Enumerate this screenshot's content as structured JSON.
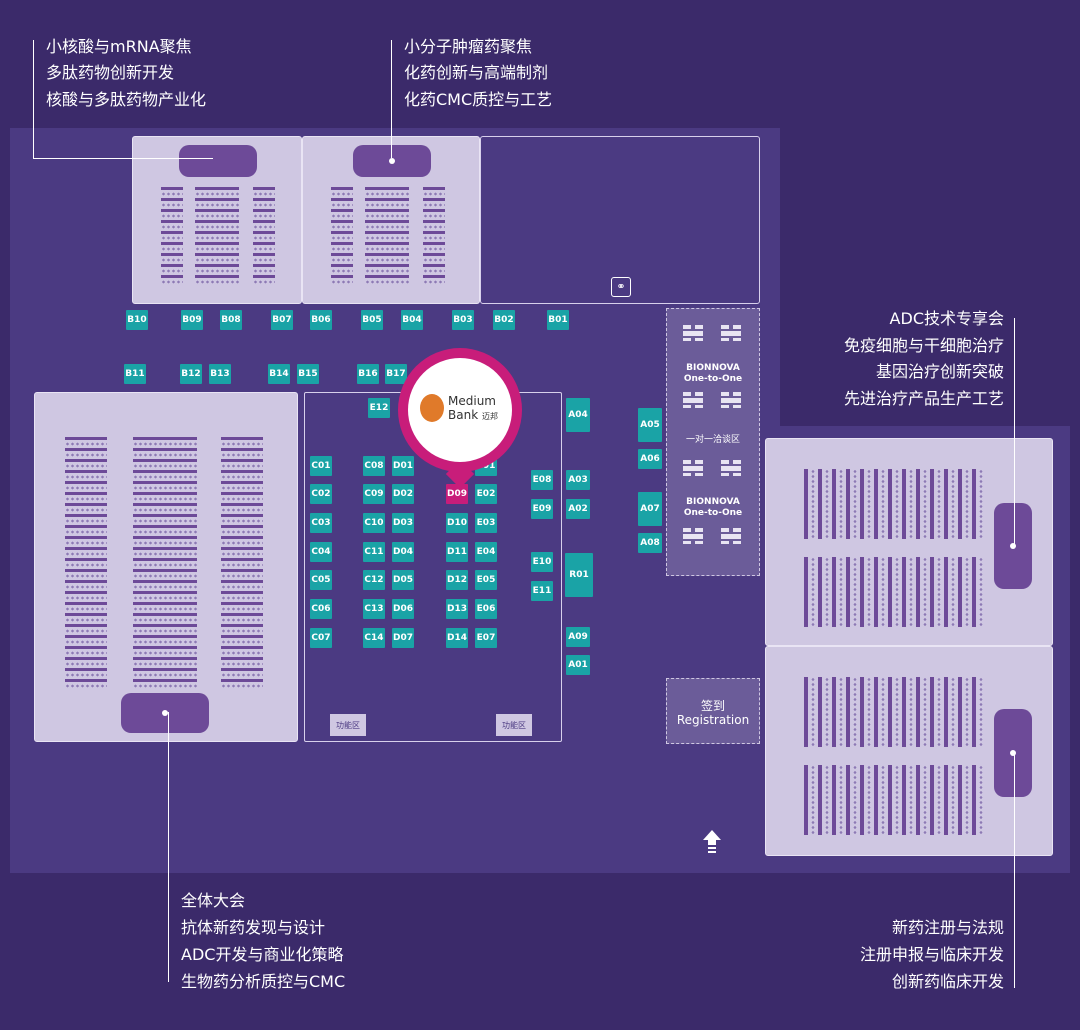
{
  "topics": {
    "top_left": [
      "小核酸与mRNA聚焦",
      "多肽药物创新开发",
      "核酸与多肽药物产业化"
    ],
    "top_mid": [
      "小分子肿瘤药聚焦",
      "化药创新与高端制剂",
      "化药CMC质控与工艺"
    ],
    "right_upper": [
      "ADC技术专享会",
      "免疫细胞与干细胞治疗",
      "基因治疗创新突破",
      "先进治疗产品生产工艺"
    ],
    "bottom_left": [
      "全体大会",
      "抗体新药发现与设计",
      "ADC开发与商业化策略",
      "生物药分析质控与CMC"
    ],
    "bottom_right": [
      "新药注册与法规",
      "注册申报与临床开发",
      "创新药临床开发"
    ]
  },
  "booths": {
    "b_top": [
      "B10",
      "B09",
      "B08",
      "B07",
      "B06",
      "B05",
      "B04",
      "B03",
      "B02",
      "B01"
    ],
    "b_mid": [
      "B11",
      "B12",
      "B13",
      "B14",
      "B15",
      "B16",
      "B17"
    ],
    "c_col": [
      "C01",
      "C02",
      "C03",
      "C04",
      "C05",
      "C06",
      "C07"
    ],
    "c_col2": [
      "C08",
      "C09",
      "C10",
      "C11",
      "C12",
      "C13",
      "C14"
    ],
    "d_col": [
      "D01",
      "D02",
      "D03",
      "D04",
      "D05",
      "D06",
      "D07"
    ],
    "d_col2": [
      "D09",
      "D10",
      "D11",
      "D12",
      "D13",
      "D14"
    ],
    "e_col": [
      "E01",
      "E02",
      "E03",
      "E04",
      "E05",
      "E06",
      "E07"
    ],
    "e_side": [
      "E08",
      "E09",
      "E10",
      "E11"
    ],
    "e12": "E12",
    "a_right": [
      "A04",
      "A03",
      "A02",
      "A09",
      "A01"
    ],
    "a_mid": [
      "A05",
      "A06",
      "A07",
      "A08"
    ],
    "r01": "R01",
    "highlight": "D09"
  },
  "functional_area": "功能区",
  "sponsor": {
    "line1": "Medium",
    "line2": "Bank",
    "cn": "迈邦"
  },
  "one_to_one": {
    "brand": "BIONNOVA",
    "sub": "One-to-One",
    "cn": "一对一洽谈区"
  },
  "registration": {
    "cn": "签到",
    "en": "Registration"
  },
  "icons": [
    "restroom-icon",
    "entrance-arrow-icon"
  ],
  "colors": {
    "background": "#3b2a6a",
    "floor": "#4b3a82",
    "booth": "#1aa3a6",
    "highlight": "#c81d7a",
    "room": "#cfc7e2",
    "stage": "#6d4a98"
  }
}
